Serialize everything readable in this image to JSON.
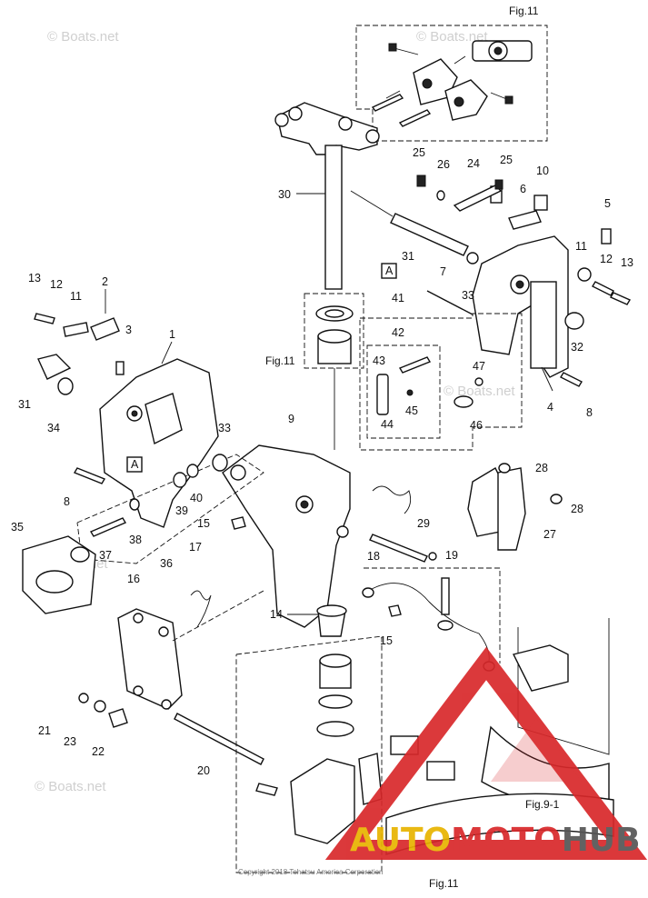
{
  "figures": {
    "fig11_top": "Fig.11",
    "fig11_left": "Fig.11",
    "fig11_bottom": "Fig.11",
    "fig9_1": "Fig.9-1"
  },
  "watermarks": [
    "© Boats.net",
    "© Boats.net",
    "© Boats.net",
    "© Boats.net",
    "© Boats.net"
  ],
  "copyright": "Copyright 2018 Tohatsu America Corporation",
  "brand": {
    "auto": "AUTO",
    "moto": "MOTO",
    "hub": "HUB",
    "color_red": "#d8282a",
    "color_gold": "#e8b400",
    "color_gray": "#555555"
  },
  "section_markers": [
    "A",
    "A"
  ],
  "callouts": {
    "n1": "1",
    "n2": "2",
    "n3": "3",
    "n4": "4",
    "n5": "5",
    "n6": "6",
    "n7": "7",
    "n8a": "8",
    "n8b": "8",
    "n9": "9",
    "n10": "10",
    "n11a": "11",
    "n11b": "11",
    "n12a": "12",
    "n12b": "12",
    "n13a": "13",
    "n13b": "13",
    "n14": "14",
    "n15a": "15",
    "n15b": "15",
    "n16": "16",
    "n17": "17",
    "n18": "18",
    "n19": "19",
    "n20": "20",
    "n21": "21",
    "n22": "22",
    "n23": "23",
    "n24": "24",
    "n25a": "25",
    "n25b": "25",
    "n26": "26",
    "n27": "27",
    "n28a": "28",
    "n28b": "28",
    "n29": "29",
    "n30": "30",
    "n31a": "31",
    "n31b": "31",
    "n32": "32",
    "n33a": "33",
    "n33b": "33",
    "n34": "34",
    "n35": "35",
    "n36": "36",
    "n37": "37",
    "n38": "38",
    "n39": "39",
    "n40": "40",
    "n41": "41",
    "n42": "42",
    "n43": "43",
    "n44": "44",
    "n45": "45",
    "n46": "46",
    "n47": "47"
  }
}
